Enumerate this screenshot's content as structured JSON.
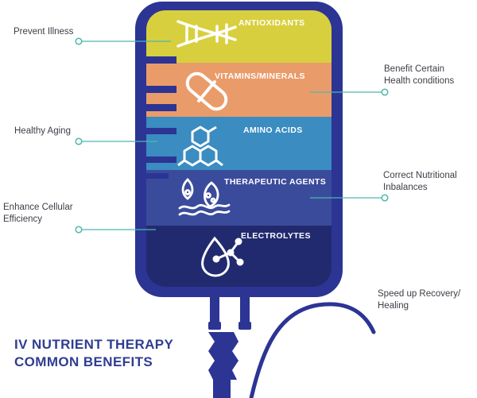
{
  "layers": [
    {
      "label": "ANTIOXIDANTS",
      "icon": "dna-icon",
      "color": "#d8cf3f"
    },
    {
      "label": "VITAMINS/MINERALS",
      "icon": "capsule-icon",
      "color": "#ea9b6a"
    },
    {
      "label": "AMINO ACIDS",
      "icon": "molecule-icon",
      "color": "#3a8cc1"
    },
    {
      "label": "THERAPEUTIC AGENTS",
      "icon": "cells-icon",
      "color": "#3b4b9c"
    },
    {
      "label": "ELECTROLYTES",
      "icon": "drop-icon",
      "color": "#222a6f"
    }
  ],
  "bag_outline_color": "#2c3494",
  "connector_color": "#4db8ad",
  "benefits": [
    {
      "label": "Prevent Illness"
    },
    {
      "label": "Healthy Aging"
    },
    {
      "label": "Enhance Cellular Efficiency"
    },
    {
      "label": "Benefit Certain Health conditions"
    },
    {
      "label": "Correct Nutritional Inbalances"
    },
    {
      "label": "Speed up Recovery/ Healing"
    }
  ],
  "title": {
    "line1": "IV NUTRIENT THERAPY",
    "line2": "COMMON BENEFITS"
  }
}
